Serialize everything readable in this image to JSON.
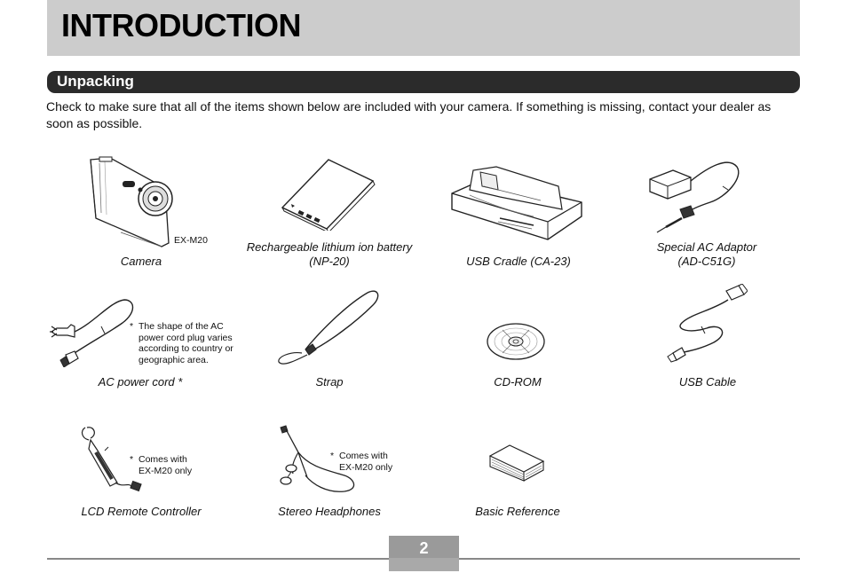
{
  "header": {
    "title": "INTRODUCTION"
  },
  "section": {
    "title": "Unpacking"
  },
  "intro_text": "Check to make sure that all of the items shown below are included with your camera. If something is missing, contact your dealer as soon as possible.",
  "items": {
    "camera": {
      "caption": "Camera",
      "model_label": "EX-M20"
    },
    "battery": {
      "caption_line1": "Rechargeable lithium ion battery",
      "caption_line2": "(NP-20)"
    },
    "usb_cradle": {
      "caption": "USB Cradle (CA-23)"
    },
    "ac_adaptor": {
      "caption_line1": "Special AC Adaptor",
      "caption_line2": "(AD-C51G)"
    },
    "ac_power_cord": {
      "caption": "AC power cord *",
      "note_mark": "*",
      "note_lines": [
        "The shape of the AC",
        "power cord plug varies",
        "according to country or",
        "geographic area."
      ]
    },
    "strap": {
      "caption": "Strap"
    },
    "cd_rom": {
      "caption": "CD-ROM"
    },
    "usb_cable": {
      "caption": "USB Cable"
    },
    "lcd_remote": {
      "caption": "LCD Remote Controller",
      "note_mark": "*",
      "note_lines": [
        "Comes with",
        "EX-M20 only"
      ]
    },
    "headphones": {
      "caption": "Stereo Headphones",
      "note_mark": "*",
      "note_lines": [
        "Comes with",
        "EX-M20 only"
      ]
    },
    "basic_reference": {
      "caption": "Basic Reference"
    }
  },
  "footer": {
    "page_number": "2"
  }
}
